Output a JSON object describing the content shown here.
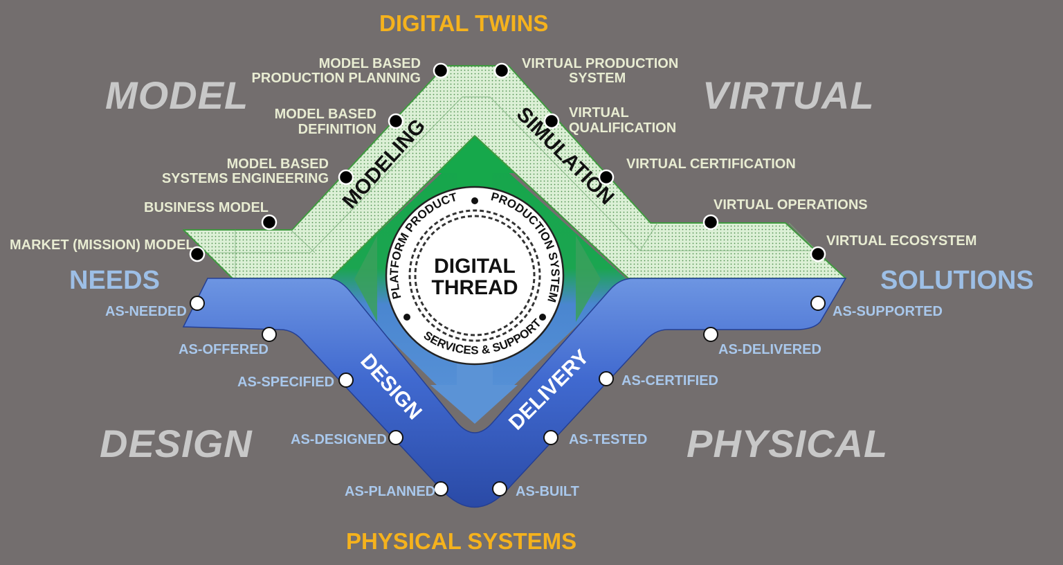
{
  "titles": {
    "top": "DIGITAL TWINS",
    "bottom": "PHYSICAL SYSTEMS"
  },
  "corners": {
    "model": "MODEL",
    "virtual": "VIRTUAL",
    "design": "DESIGN",
    "physical": "PHYSICAL"
  },
  "sides": {
    "left": "NEEDS",
    "right": "SOLUTIONS"
  },
  "lanes": {
    "modeling": "MODELING",
    "simulation": "SIMULATION",
    "design": "DESIGN",
    "delivery": "DELIVERY"
  },
  "center": {
    "line1": "DIGITAL",
    "line2": "THREAD",
    "ring_platform_product": "PLATFORM PRODUCT",
    "ring_production_system": "PRODUCTION SYSTEM",
    "ring_services_support": "SERVICES & SUPPORT"
  },
  "model_items": {
    "market_mission_model": "MARKET (MISSION) MODEL",
    "business_model": "BUSINESS MODEL",
    "mbse_1": "MODEL BASED",
    "mbse_2": "SYSTEMS ENGINEERING",
    "mbd_1": "MODEL BASED",
    "mbd_2": "DEFINITION",
    "mbpp_1": "MODEL BASED",
    "mbpp_2": "PRODUCTION PLANNING"
  },
  "virtual_items": {
    "vps_1": "VIRTUAL PRODUCTION",
    "vps_2": "SYSTEM",
    "vq_1": "VIRTUAL",
    "vq_2": "QUALIFICATION",
    "virtual_certification": "VIRTUAL CERTIFICATION",
    "virtual_operations": "VIRTUAL OPERATIONS",
    "virtual_ecosystem": "VIRTUAL ECOSYSTEM"
  },
  "as_items": {
    "as_needed": "AS-NEEDED",
    "as_offered": "AS-OFFERED",
    "as_specified": "AS-SPECIFIED",
    "as_designed": "AS-DESIGNED",
    "as_planned": "AS-PLANNED",
    "as_built": "AS-BUILT",
    "as_tested": "AS-TESTED",
    "as_certified": "AS-CERTIFIED",
    "as_delivered": "AS-DELIVERED",
    "as_supported": "AS-SUPPORTED"
  },
  "colors": {
    "background": "#736e6e",
    "title": "#f5b21d",
    "corner_text": "#c8c8c8",
    "side_text": "#9dbfe6",
    "upper_band": "#dbf0d5",
    "lower_band": "#3f63c9",
    "arrow_green": "#1aa84c",
    "arrow_blue": "#5a8fd6"
  }
}
